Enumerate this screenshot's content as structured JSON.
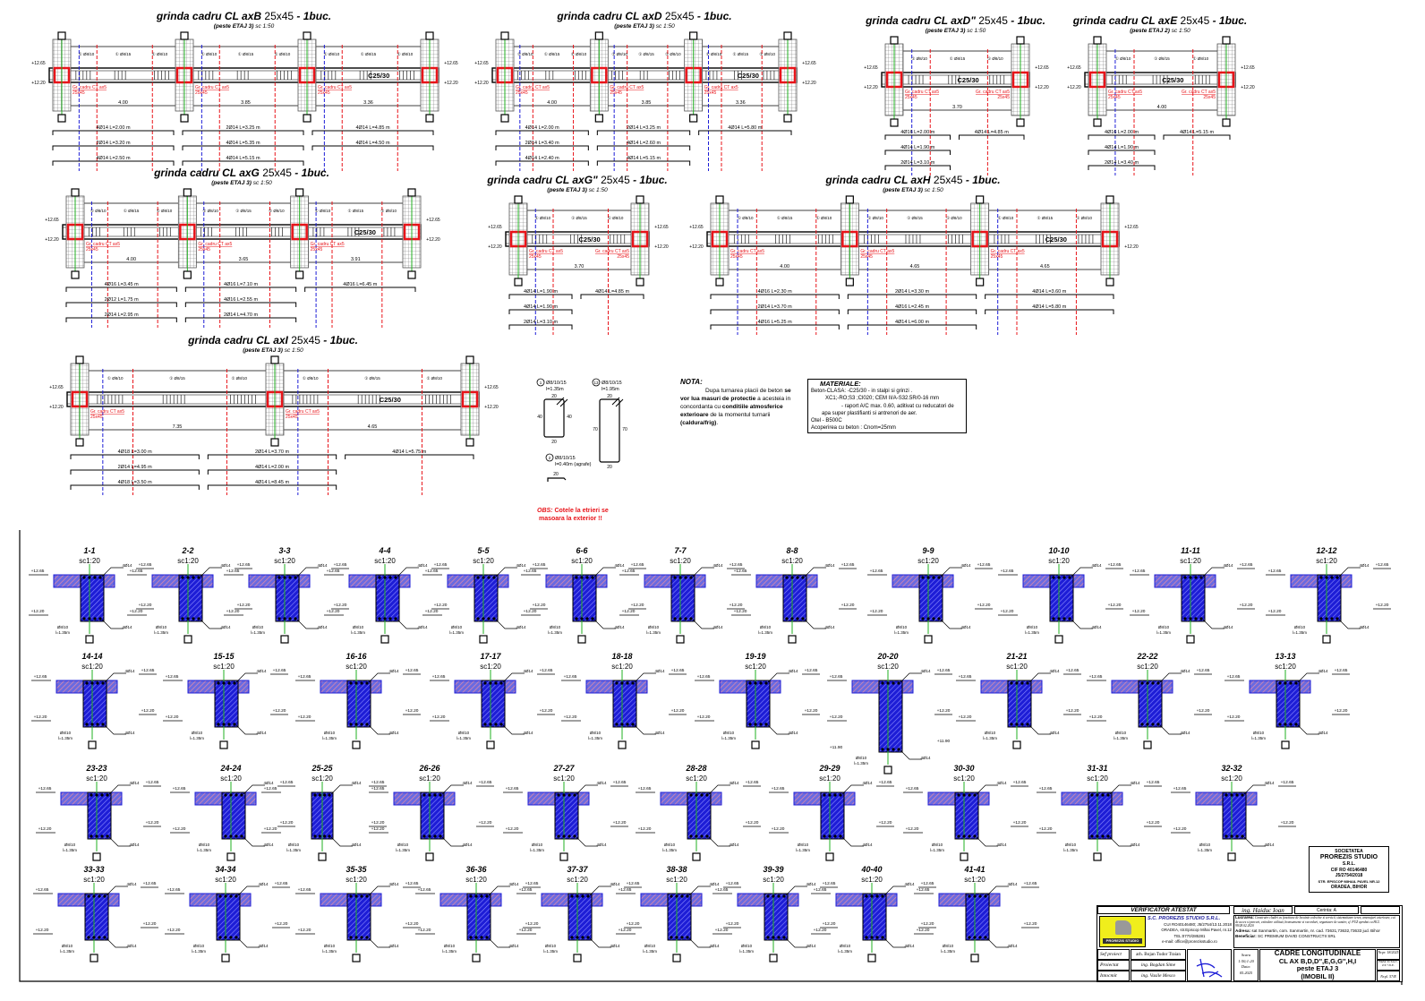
{
  "beams": [
    {
      "title": "grinda cadru CL axB",
      "dim": "25x45",
      "qty": "- 1buc.",
      "subtitle": "(peste ETAJ 3)",
      "scale": "sc 1:50",
      "concrete": "C25/30",
      "spans": [
        "4.00",
        "3.85",
        "3.36"
      ],
      "bars": [
        "4Ø14 L=2.00 m",
        "2Ø14 L=3.20 m",
        "4Ø14 L=2.50 m",
        "2Ø14 L=3.25 m",
        "4Ø14 L=5.35 m",
        "4Ø14 L=5.15 m",
        "4Ø14 L=4.85 m",
        "4Ø14 L=4.50 m"
      ]
    },
    {
      "title": "grinda cadru CL axD",
      "dim": "25x45",
      "qty": "- 1buc.",
      "subtitle": "(peste ETAJ 3)",
      "scale": "sc 1:50",
      "concrete": "C25/30",
      "spans": [
        "4.00",
        "3.85",
        "3.36"
      ],
      "bars": [
        "4Ø14 L=2.00 m",
        "2Ø14 L=3.40 m",
        "4Ø14 L=2.40 m",
        "2Ø14 L=3.25 m",
        "4Ø14 L=2.60 m",
        "4Ø14 L=5.15 m",
        "4Ø14 L=5.80 m"
      ]
    },
    {
      "title": "grinda cadru CL axD\"",
      "dim": "25x45",
      "qty": "- 1buc.",
      "subtitle": "(peste ETAJ 3)",
      "scale": "sc 1:50",
      "concrete": "C25/30",
      "spans": [
        "3.70"
      ],
      "bars": [
        "4Ø16 L=2.00 m",
        "4Ø14 L=1.90 m",
        "2Ø14 L=3.10 m",
        "4Ø14 L=4.85 m"
      ]
    },
    {
      "title": "grinda cadru CL axE",
      "dim": "25x45",
      "qty": "- 1buc.",
      "subtitle": "(peste ETAJ 2)",
      "scale": "sc 1:50",
      "concrete": "C25/30",
      "spans": [
        "4.00"
      ],
      "bars": [
        "4Ø16 L=2.00 m",
        "4Ø14 L=1.90 m",
        "2Ø14 L=3.40 m",
        "4Ø14 L=5.15 m"
      ]
    },
    {
      "title": "grinda cadru CL axG",
      "dim": "25x45",
      "qty": "- 1buc.",
      "subtitle": "(peste ETAJ 3)",
      "scale": "sc 1:50",
      "concrete": "C25/30",
      "spans": [
        "4.00",
        "3.65",
        "3.91"
      ],
      "bars": [
        "4Ø16 L=3.45 m",
        "2Ø12 L=1.75 m",
        "2Ø14 L=2.95 m",
        "4Ø16 L=7.10 m",
        "4Ø16 L=2.55 m",
        "2Ø14 L=4.70 m",
        "4Ø16 L=6.45 m"
      ]
    },
    {
      "title": "grinda cadru CL axG\"",
      "dim": "25x45",
      "qty": "- 1buc.",
      "subtitle": "(peste ETAJ 3)",
      "scale": "sc 1:50",
      "concrete": "C25/30",
      "spans": [
        "3.70"
      ],
      "bars": [
        "4Ø14 L=1.90 m",
        "4Ø14 L=1.90 m",
        "2Ø14 L=3.10 m",
        "4Ø14 L=4.85 m"
      ]
    },
    {
      "title": "grinda cadru CL axH",
      "dim": "25x45",
      "qty": "- 1buc.",
      "subtitle": "(peste ETAJ 3)",
      "scale": "sc 1:50",
      "concrete": "C25/30",
      "spans": [
        "4.00",
        "4.65",
        "4.65"
      ],
      "bars": [
        "4Ø16 L=2.30 m",
        "2Ø14 L=3.70 m",
        "4Ø16 L=5.25 m",
        "2Ø14 L=3.30 m",
        "4Ø16 L=2.45 m",
        "4Ø14 L=6.00 m",
        "4Ø14 L=3.60 m",
        "4Ø14 L=5.80 m"
      ]
    },
    {
      "title": "grinda cadru CL axI",
      "dim": "25x45",
      "qty": "- 1buc.",
      "subtitle": "(peste ETAJ 3)",
      "scale": "sc 1:50",
      "concrete": "C25/30",
      "spans": [
        "7.35",
        "4.65"
      ],
      "bars": [
        "4Ø18 L=3.00 m",
        "2Ø14 L=4.95 m",
        "4Ø18 L=3.50 m",
        "2Ø14 L=3.70 m",
        "4Ø14 L=2.00 m",
        "4Ø14 L=8.45 m",
        "4Ø14 L=5.75 m"
      ]
    }
  ],
  "beam_common": {
    "elev_top": "+12.65",
    "elev_bot": "+12.20",
    "cross_beam": "Gr. cadru CT ax5",
    "cross_dim": "25x45",
    "stirrup_dense": "Ø8/10",
    "stirrup_loose": "Ø8/15"
  },
  "sections": {
    "scale": "sc1:20",
    "elev_top": "+12.65",
    "elev_bot": "+12.20",
    "elev_low": "+11.90",
    "rows": [
      [
        "1-1",
        "2-2",
        "3-3",
        "4-4",
        "5-5",
        "6-6",
        "7-7",
        "8-8",
        "9-9",
        "10-10",
        "11-11",
        "12-12"
      ],
      [
        "14-14",
        "15-15",
        "16-16",
        "17-17",
        "18-18",
        "19-19",
        "20-20",
        "21-21",
        "22-22",
        "13-13"
      ],
      [
        "23-23",
        "24-24",
        "25-25",
        "26-26",
        "27-27",
        "28-28",
        "29-29",
        "30-30",
        "31-31",
        "32-32"
      ],
      [
        "33-33",
        "34-34",
        "35-35",
        "36-36",
        "37-37",
        "38-38",
        "39-39",
        "40-40",
        "41-41"
      ]
    ],
    "top_bar": "4Ø14",
    "bot_bar": "4Ø14",
    "stirrup": "Ø8/10",
    "stirrup_len": "l=1.35m"
  },
  "stirrups": [
    {
      "num": "1",
      "spec": "Ø8/10/15",
      "len": "l=1.35m",
      "w": "20",
      "h": "40"
    },
    {
      "num": "13",
      "spec": "Ø8/10/15",
      "len": "l=1.95m",
      "w": "20",
      "h": "70"
    },
    {
      "num": "2",
      "spec": "Ø8/10/15",
      "len": "l=0.40m (agrafe)",
      "w": "20"
    }
  ],
  "obs": {
    "label": "OBS:",
    "text1": "Cotele la etrieri se",
    "text2": "masoara la exterior !!"
  },
  "nota": {
    "title": "NOTA:",
    "t1": "Dupa turnarea placii de beton ",
    "b1": "se vor lua masuri de protectie",
    "t2": " a acesteia in concordanta cu ",
    "b2": "conditiile atmosferice exterioare",
    "t3": " de la momentul turnarii ",
    "b3": "(caldura/frig)",
    "t4": "."
  },
  "materiale": {
    "title": "MATERIALE:",
    "lines": [
      "Beton-CLASA:  -C25/30 - in stalpi si grinzi .",
      "XC1;-RO;S3 ;Cl020; CEM II/A-S32.5R/0-16 mm",
      "- raport A/C max. 0.60, aditivat cu reducatori de",
      "apa super plastifianti si antrenori de aer.",
      "Otel -  B500C",
      "Acoperirea cu beton : Cnom=25mm"
    ]
  },
  "stamp": {
    "lines": [
      "SOCIETATEA",
      "PROREZIS STUDIO",
      "S.R.L.",
      "CIF RO 40146480",
      "J5/2754/2018",
      "STR. EPISCOP MIHAIL PAVEL NR.12",
      "ORADEA, BIHOR"
    ]
  },
  "title_block": {
    "verificator": "VERIFICATOR  ATESTAT",
    "verificator_name": "ing. Haiduc Ioan",
    "cerinta": "Cerinta: A",
    "company": "S.C. PROREZIS STUDIO S.R.L.",
    "company_lines": [
      "CUI RO40146480; J5/2754/13.11.2018",
      "ORADEA, str.Episcop Mihai Pavel, nr.12",
      "TEL:0770/285281",
      "e-mail: office@prorezisstudio.ro"
    ],
    "logo_text": "PROREZIS STUDIO",
    "lucrarea_label": "Lucrarea:",
    "lucrarea": "Construire cladiri cu functiune de locuinte colective si servicii, sistematizare teren, amenajari exterioare, cai de acces si parcari, extindere utilitati, bransamente si racorduri, organizare de santier, cf. PUZ aprobat cu HCL 99/28.02.2020",
    "adresa_label": "Adresa:",
    "adresa": "sat Sanmartin, com. Sanmartin, nr. cad. 73631,73632,73633 jud. Bihor",
    "beneficiar_label": "Beneficiar:",
    "beneficiar": "SC PREMIUM DAVID CONSTRUCTII SRL",
    "roles": [
      {
        "role": "Sef proiect",
        "name": "arh. Bojan Tudor Traian"
      },
      {
        "role": "Proiectat",
        "name": "ing. Bogdan Sime"
      },
      {
        "role": "Intocmit",
        "name": "ing. Vasile Mesco"
      }
    ],
    "scara_label": "Scara",
    "scara": "1:50;1:20",
    "data_label": "Data:",
    "data": "05.2025",
    "title": [
      "CADRE LONGITUDINALE",
      "CL AX B,D,D'',E,G,G'',H,I",
      "peste ETAJ 3",
      "(IMOBIL II)"
    ],
    "nr_proiect": "Nr.pr. 18/2025",
    "faza": "FAZA: D.T.A.C. P.T.+D.E.",
    "plansa": "Nr.pl. 57/R"
  },
  "colors": {
    "red": "#e8141a",
    "blue": "#1d1dd6",
    "green": "#22b022",
    "hatch_pink": "#e08aa8",
    "gray": "#888888"
  }
}
